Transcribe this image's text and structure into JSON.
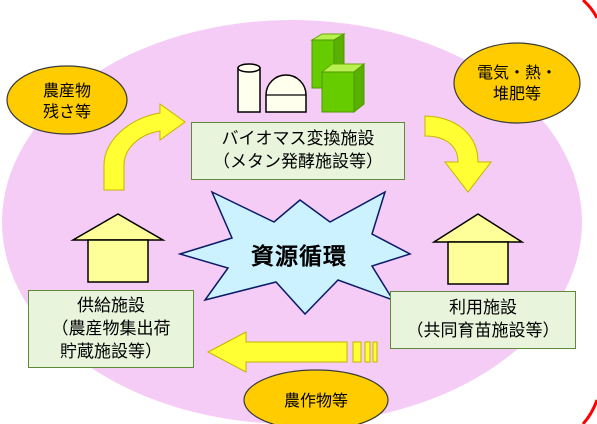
{
  "center": {
    "label": "資源循環"
  },
  "inputs_oval": {
    "line1": "農産物",
    "line2": "残さ等"
  },
  "outputs_oval": {
    "line1": "電気・熱・",
    "line2": "堆肥等"
  },
  "crops_oval": {
    "label": "農作物等"
  },
  "biomass_facility": {
    "line1": "バイオマス変換施設",
    "line2": "（メタン発酵施設等）"
  },
  "user_facility": {
    "line1": "利用施設",
    "line2": "（共同育苗施設等）"
  },
  "supply_facility": {
    "line1": "供給施設",
    "line2": "（農産物集出荷",
    "line3": "貯蔵施設等）"
  },
  "colors": {
    "background_ellipse": "#f5ccf5",
    "arrow_yellow": "#ffff33",
    "oval_fill": "#ffcc00",
    "house_fill": "#ffff99",
    "box_fill": "#e8f4dc",
    "accent_red": "#ff0000"
  }
}
